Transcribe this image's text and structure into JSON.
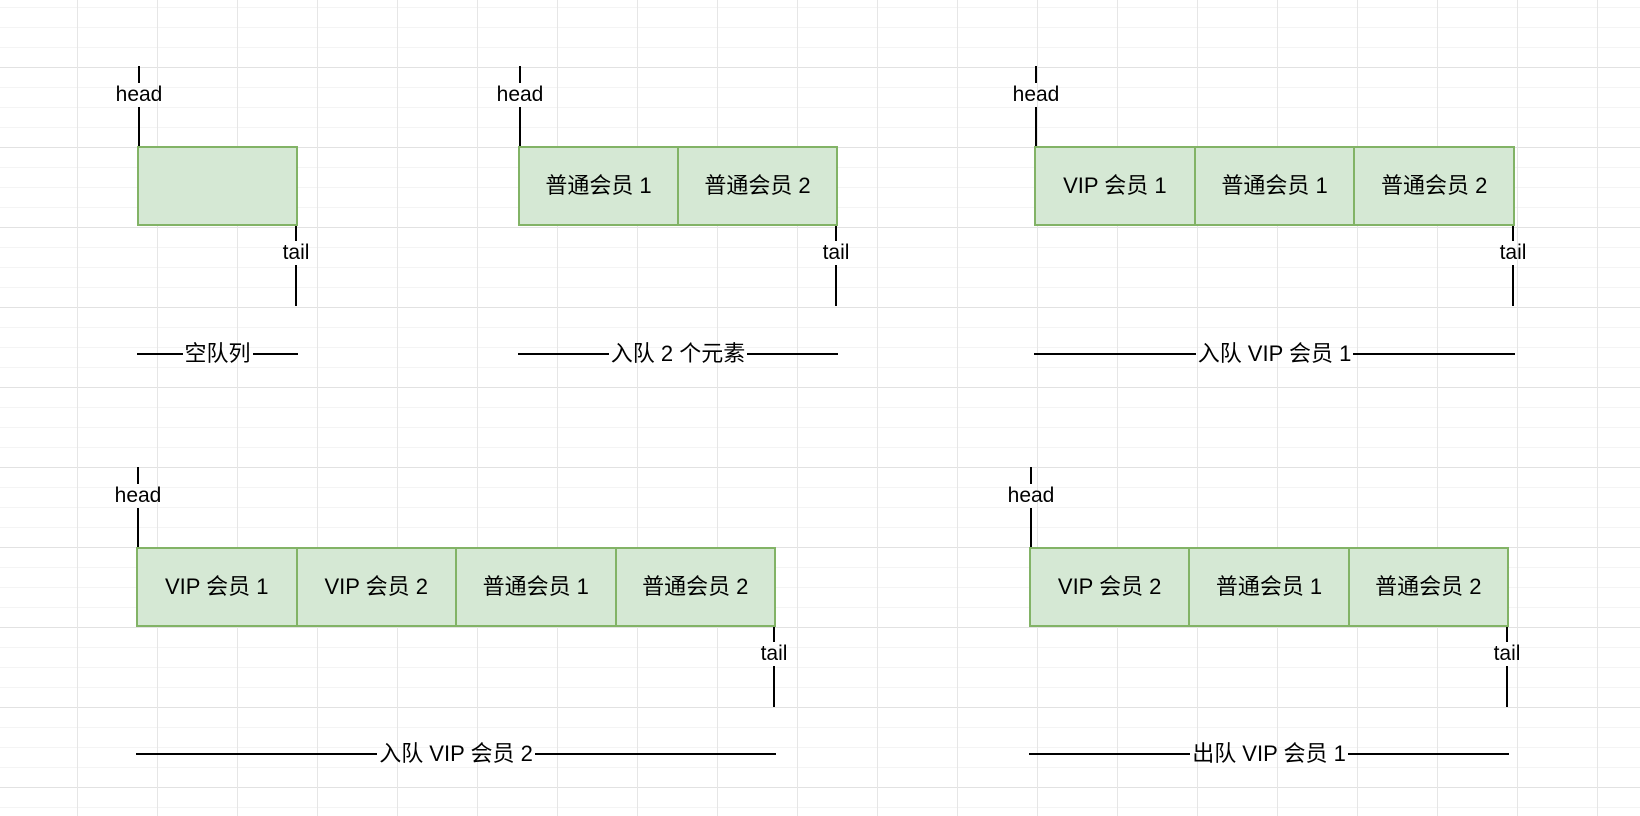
{
  "colors": {
    "cell_fill": "#d5e8d4",
    "cell_border": "#82b366",
    "line": "#000000"
  },
  "diagrams": [
    {
      "id": "empty-queue",
      "head_label": "head",
      "tail_label": "tail",
      "cells": [
        ""
      ],
      "caption": "空队列"
    },
    {
      "id": "enqueue-two-elements",
      "head_label": "head",
      "tail_label": "tail",
      "cells": [
        "普通会员 1",
        "普通会员 2"
      ],
      "caption": "入队 2 个元素"
    },
    {
      "id": "enqueue-vip-1",
      "head_label": "head",
      "tail_label": "tail",
      "cells": [
        "VIP 会员 1",
        "普通会员 1",
        "普通会员 2"
      ],
      "caption": "入队 VIP 会员 1"
    },
    {
      "id": "enqueue-vip-2",
      "head_label": "head",
      "tail_label": "tail",
      "cells": [
        "VIP 会员 1",
        "VIP 会员 2",
        "普通会员 1",
        "普通会员 2"
      ],
      "caption": "入队 VIP 会员 2"
    },
    {
      "id": "dequeue-vip-1",
      "head_label": "head",
      "tail_label": "tail",
      "cells": [
        "VIP 会员 2",
        "普通会员 1",
        "普通会员 2"
      ],
      "caption": "出队 VIP 会员 1"
    }
  ]
}
